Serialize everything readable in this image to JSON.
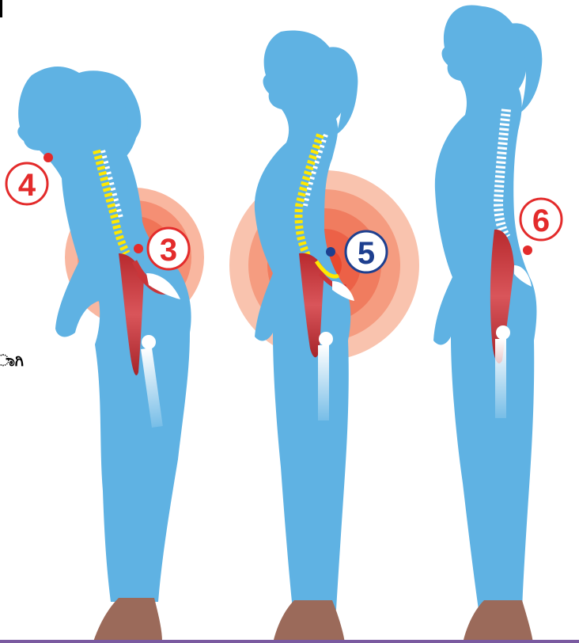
{
  "figures": [
    {
      "id": "slouched",
      "marker_number": "4",
      "marker_color": "#e32b2b",
      "secondary_marker_number": "3",
      "secondary_marker_color": "#e32b2b"
    },
    {
      "id": "arched",
      "marker_number": "5",
      "marker_color": "#1d3f8f"
    },
    {
      "id": "upright",
      "marker_number": "6",
      "marker_color": "#e32b2b"
    }
  ],
  "edge_text": "ಾಗಿ",
  "colors": {
    "body": "#5fb2e3",
    "spine_highlight": "#ffe800",
    "spine_normal": "#ffffff",
    "muscle": "#c9363a",
    "pain_glow": "#f26b50",
    "shoe": "#9b6a5a",
    "bottom_rule": "#7a5aa0"
  }
}
